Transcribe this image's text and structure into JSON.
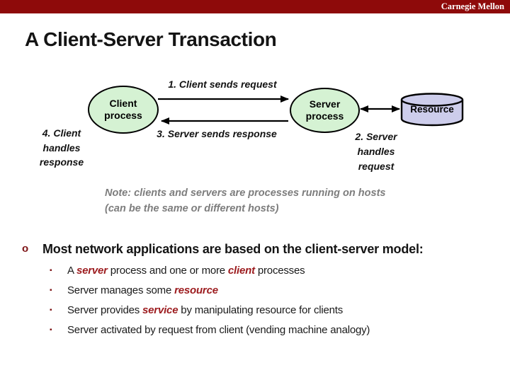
{
  "banner": {
    "brand": "Carnegie Mellon",
    "color": "#8e0a0a"
  },
  "title": "A Client-Server Transaction",
  "diagram": {
    "client_node": {
      "line1": "Client",
      "line2": "process"
    },
    "server_node": {
      "line1": "Server",
      "line2": "process"
    },
    "resource_node": {
      "label": "Resource"
    },
    "steps": {
      "step1": "1. Client sends request",
      "step2": "2. Server\nhandles\nrequest",
      "step3": "3. Server sends response",
      "step4": "4. Client\nhandles\nresponse"
    },
    "colors": {
      "process_fill": "#d5f2d3",
      "resource_fill": "#cdcdeb",
      "outline": "#000000"
    }
  },
  "note": {
    "line1": "Note: clients and servers are processes running on hosts",
    "line2": "(can be the same or different hosts)"
  },
  "bullets": {
    "marker": "o",
    "sub_marker": "▪",
    "keyword_color": "#9c1b1e",
    "main": "Most network applications are based on the client-server model:",
    "sub_items": [
      {
        "segments": [
          {
            "t": "A "
          },
          {
            "t": "server",
            "em": true
          },
          {
            "t": " process and one or more "
          },
          {
            "t": "client",
            "em": true
          },
          {
            "t": " processes"
          }
        ]
      },
      {
        "segments": [
          {
            "t": "Server manages some "
          },
          {
            "t": "resource",
            "em": true
          }
        ]
      },
      {
        "segments": [
          {
            "t": "Server provides "
          },
          {
            "t": "service",
            "em": true
          },
          {
            "t": " by manipulating resource for clients"
          }
        ]
      },
      {
        "segments": [
          {
            "t": "Server activated by request from client (vending machine analogy)"
          }
        ]
      }
    ]
  }
}
